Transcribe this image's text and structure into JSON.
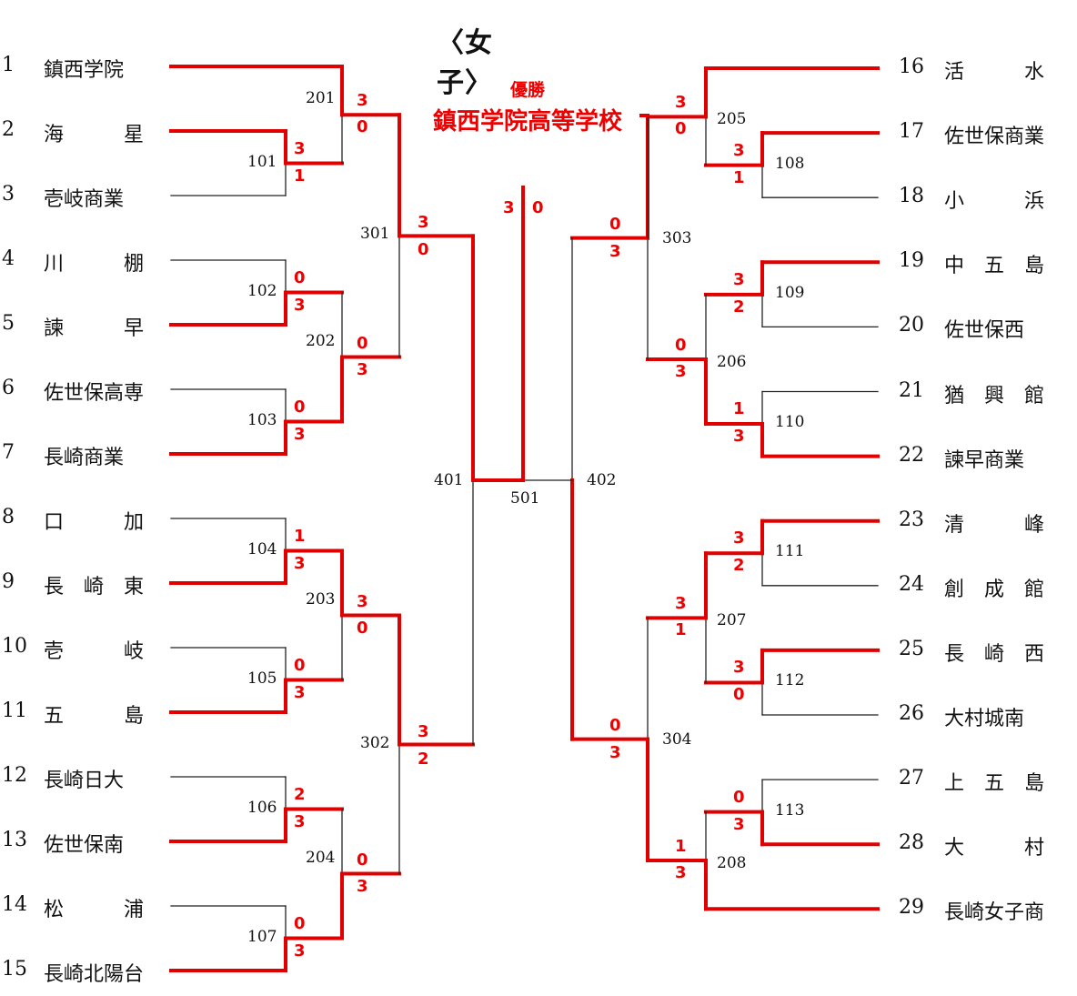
{
  "header": {
    "title": "〈女　　　子〉",
    "champion_label": "優勝",
    "champion": "鎮西学院高等学校"
  },
  "colors": {
    "winner": "#e00000",
    "line": "#222222"
  },
  "teams": [
    {
      "num": "1",
      "name": "鎮西学院",
      "side": "left"
    },
    {
      "num": "2",
      "name": "海　　　星",
      "side": "left"
    },
    {
      "num": "3",
      "name": "壱岐商業",
      "side": "left"
    },
    {
      "num": "4",
      "name": "川　　　棚",
      "side": "left"
    },
    {
      "num": "5",
      "name": "諫　　　早",
      "side": "left"
    },
    {
      "num": "6",
      "name": "佐世保高専",
      "side": "left"
    },
    {
      "num": "7",
      "name": "長崎商業",
      "side": "left"
    },
    {
      "num": "8",
      "name": "口　　　加",
      "side": "left"
    },
    {
      "num": "9",
      "name": "長　崎　東",
      "side": "left"
    },
    {
      "num": "10",
      "name": "壱　　　岐",
      "side": "left"
    },
    {
      "num": "11",
      "name": "五　　　島",
      "side": "left"
    },
    {
      "num": "12",
      "name": "長崎日大",
      "side": "left"
    },
    {
      "num": "13",
      "name": "佐世保南",
      "side": "left"
    },
    {
      "num": "14",
      "name": "松　　　浦",
      "side": "left"
    },
    {
      "num": "15",
      "name": "長崎北陽台",
      "side": "left"
    },
    {
      "num": "16",
      "name": "活　　　水",
      "side": "right"
    },
    {
      "num": "17",
      "name": "佐世保商業",
      "side": "right"
    },
    {
      "num": "18",
      "name": "小　　　浜",
      "side": "right"
    },
    {
      "num": "19",
      "name": "中　五　島",
      "side": "right"
    },
    {
      "num": "20",
      "name": "佐世保西",
      "side": "right"
    },
    {
      "num": "21",
      "name": "猶　興　館",
      "side": "right"
    },
    {
      "num": "22",
      "name": "諫早商業",
      "side": "right"
    },
    {
      "num": "23",
      "name": "清　　　峰",
      "side": "right"
    },
    {
      "num": "24",
      "name": "創　成　館",
      "side": "right"
    },
    {
      "num": "25",
      "name": "長　崎　西",
      "side": "right"
    },
    {
      "num": "26",
      "name": "大村城南",
      "side": "right"
    },
    {
      "num": "27",
      "name": "上　五　島",
      "side": "right"
    },
    {
      "num": "28",
      "name": "大　　　村",
      "side": "right"
    },
    {
      "num": "29",
      "name": "長崎女子商",
      "side": "right"
    }
  ],
  "matches": [
    {
      "id": "101",
      "score_top": "3",
      "score_bottom": "1"
    },
    {
      "id": "102",
      "score_top": "0",
      "score_bottom": "3"
    },
    {
      "id": "103",
      "score_top": "0",
      "score_bottom": "3"
    },
    {
      "id": "104",
      "score_top": "1",
      "score_bottom": "3"
    },
    {
      "id": "105",
      "score_top": "0",
      "score_bottom": "3"
    },
    {
      "id": "106",
      "score_top": "2",
      "score_bottom": "3"
    },
    {
      "id": "107",
      "score_top": "0",
      "score_bottom": "3"
    },
    {
      "id": "201",
      "score_top": "3",
      "score_bottom": "0"
    },
    {
      "id": "202",
      "score_top": "0",
      "score_bottom": "3"
    },
    {
      "id": "203",
      "score_top": "3",
      "score_bottom": "0"
    },
    {
      "id": "204",
      "score_top": "0",
      "score_bottom": "3"
    },
    {
      "id": "301",
      "score_top": "3",
      "score_bottom": "0"
    },
    {
      "id": "302",
      "score_top": "3",
      "score_bottom": "2"
    },
    {
      "id": "401",
      "score_top": "",
      "score_bottom": ""
    },
    {
      "id": "108",
      "score_top": "3",
      "score_bottom": "1"
    },
    {
      "id": "109",
      "score_top": "3",
      "score_bottom": "2"
    },
    {
      "id": "110",
      "score_top": "1",
      "score_bottom": "3"
    },
    {
      "id": "111",
      "score_top": "3",
      "score_bottom": "2"
    },
    {
      "id": "112",
      "score_top": "3",
      "score_bottom": "0"
    },
    {
      "id": "113",
      "score_top": "0",
      "score_bottom": "3"
    },
    {
      "id": "205",
      "score_top": "3",
      "score_bottom": "0"
    },
    {
      "id": "206",
      "score_top": "0",
      "score_bottom": "3"
    },
    {
      "id": "207",
      "score_top": "3",
      "score_bottom": "1"
    },
    {
      "id": "208",
      "score_top": "1",
      "score_bottom": "3"
    },
    {
      "id": "303",
      "score_top": "0",
      "score_bottom": "3"
    },
    {
      "id": "304",
      "score_top": "0",
      "score_bottom": "3"
    },
    {
      "id": "402",
      "score_top": "",
      "score_bottom": ""
    },
    {
      "id": "501",
      "score_left": "3",
      "score_right": "0"
    }
  ]
}
